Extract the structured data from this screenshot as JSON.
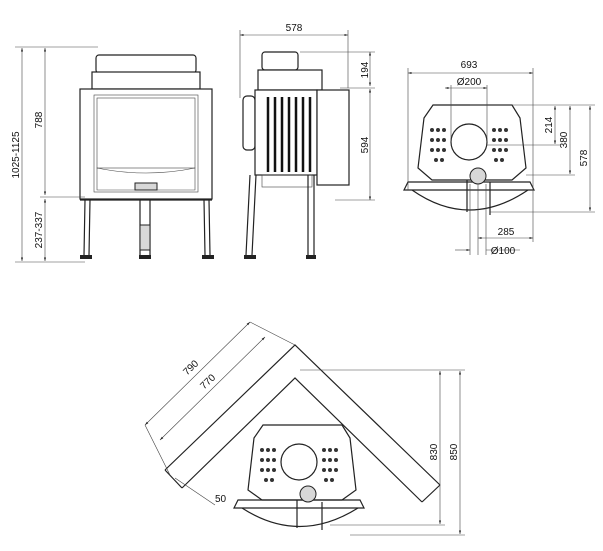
{
  "front_view": {
    "total_height": "1025-1125",
    "body_height": "788",
    "leg_height": "237-337"
  },
  "side_view": {
    "depth": "578",
    "top_height": "194",
    "body_height": "594"
  },
  "top_view": {
    "width": "693",
    "flue_diameter": "Ø200",
    "flue_offset": "214",
    "depth_inner": "380",
    "depth": "578",
    "air_inlet_offset": "285",
    "air_inlet_diameter": "Ø100"
  },
  "corner_view": {
    "wall_outer": "790",
    "wall_inner": "770",
    "clearance": "50",
    "depth_inner": "830",
    "depth_outer": "850"
  }
}
